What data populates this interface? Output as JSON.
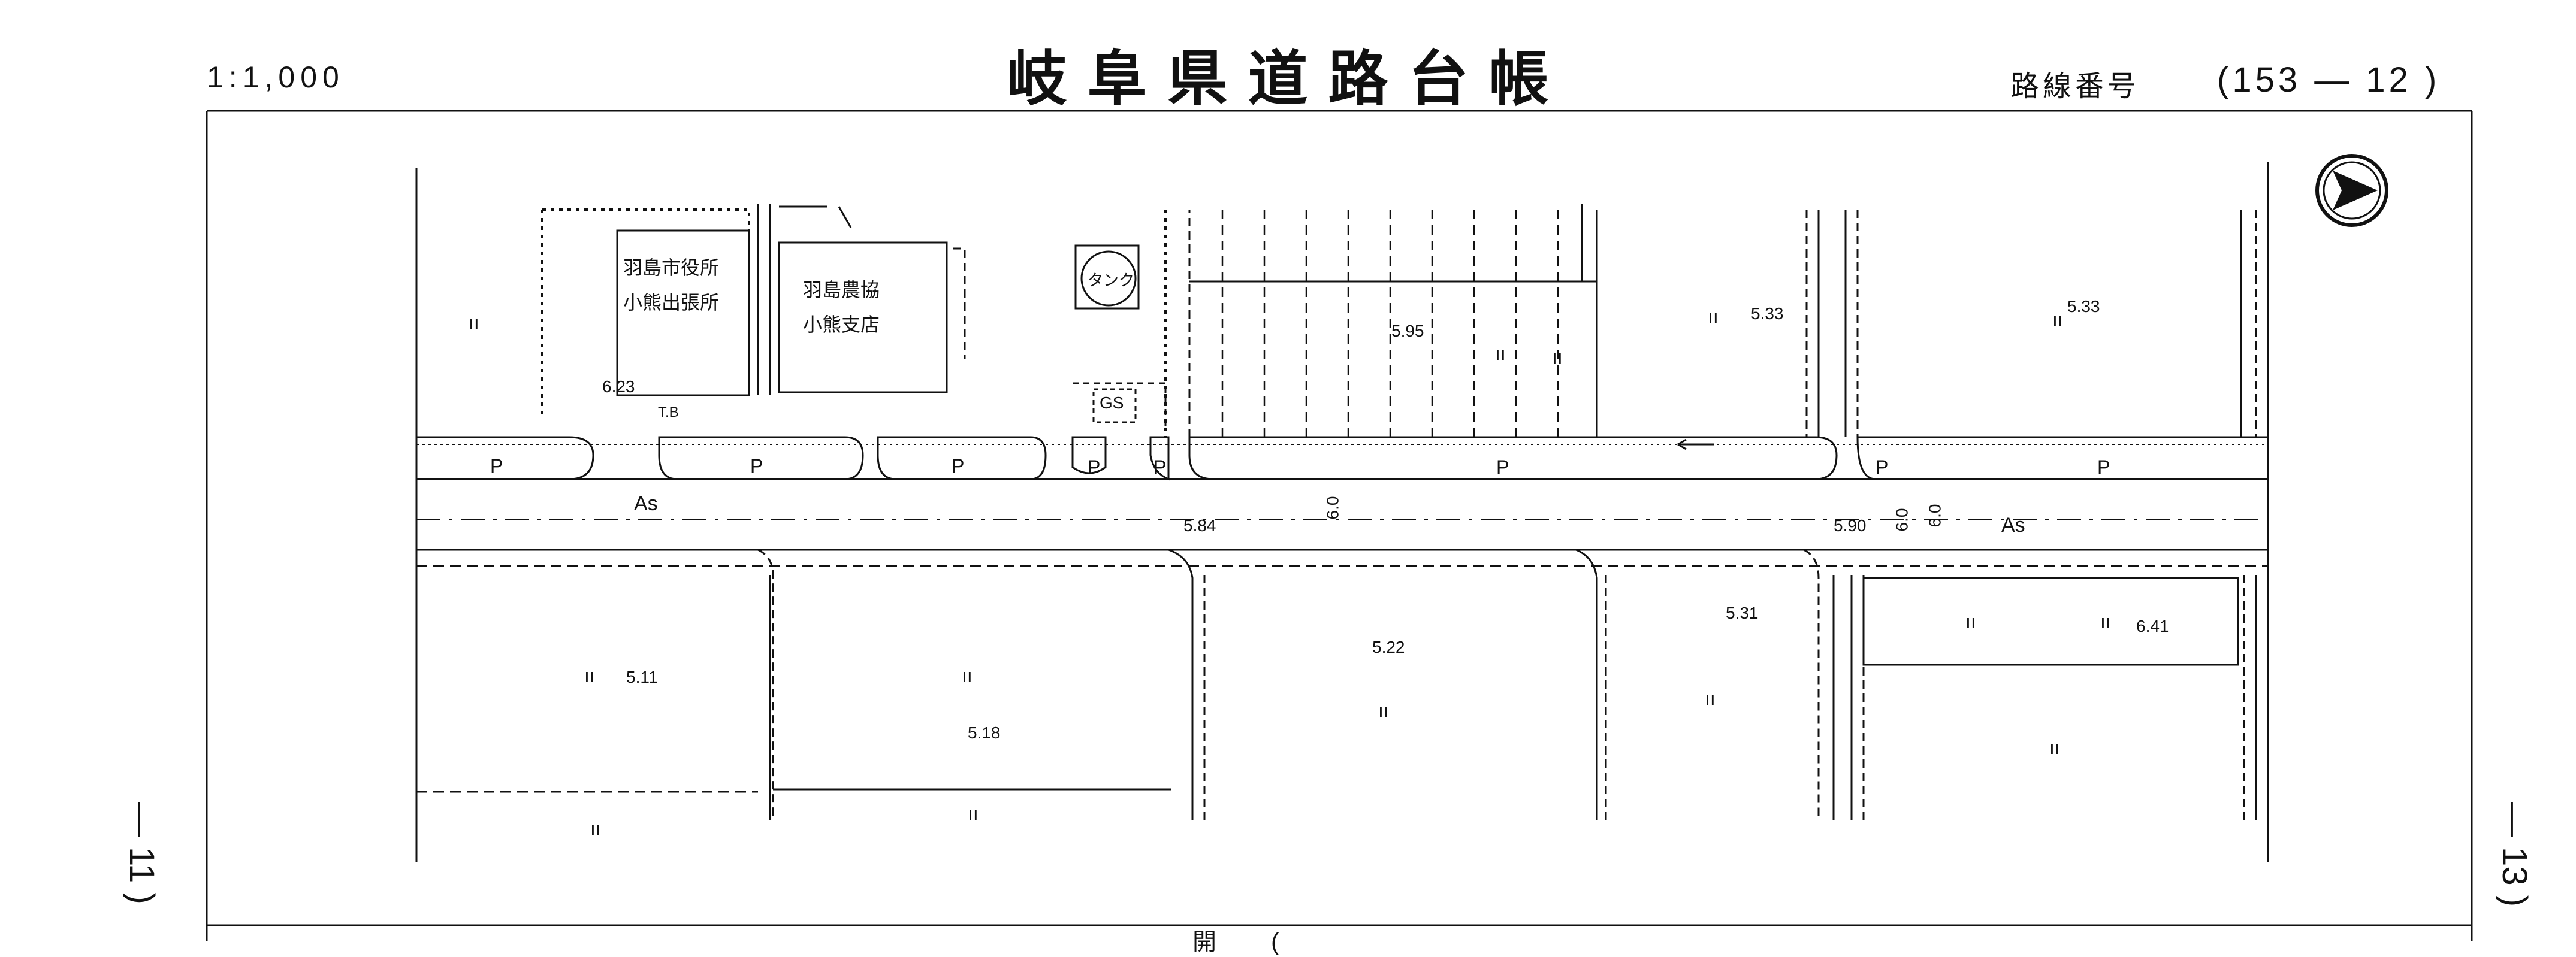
{
  "header": {
    "scale": "1:1,000",
    "title": "岐阜県道路台帳",
    "route_label": "路線番号",
    "route_number": "(153 — 12 )"
  },
  "side": {
    "left_page": "— 11 )",
    "right_page": "— 13 )"
  },
  "bottom_partial": "開 (",
  "buildings": {
    "city_office": [
      "羽島市役所",
      "小熊出張所"
    ],
    "agri_coop": [
      "羽島農協",
      "小熊支店"
    ],
    "tank": "タンク",
    "gas_station": "GS"
  },
  "symbols": {
    "tb": "T.B",
    "parking": "P",
    "asphalt": "As",
    "field": "ıı",
    "wasteland": "ıı",
    "width_mark": "6.0"
  },
  "elevations": [
    "6.23",
    "5.95",
    "5.33",
    "5.33",
    "5.84",
    "5.90",
    "5.31",
    "6.41",
    "5.22",
    "5.11",
    "5.18"
  ],
  "north_arrow": "north-arrow-icon"
}
